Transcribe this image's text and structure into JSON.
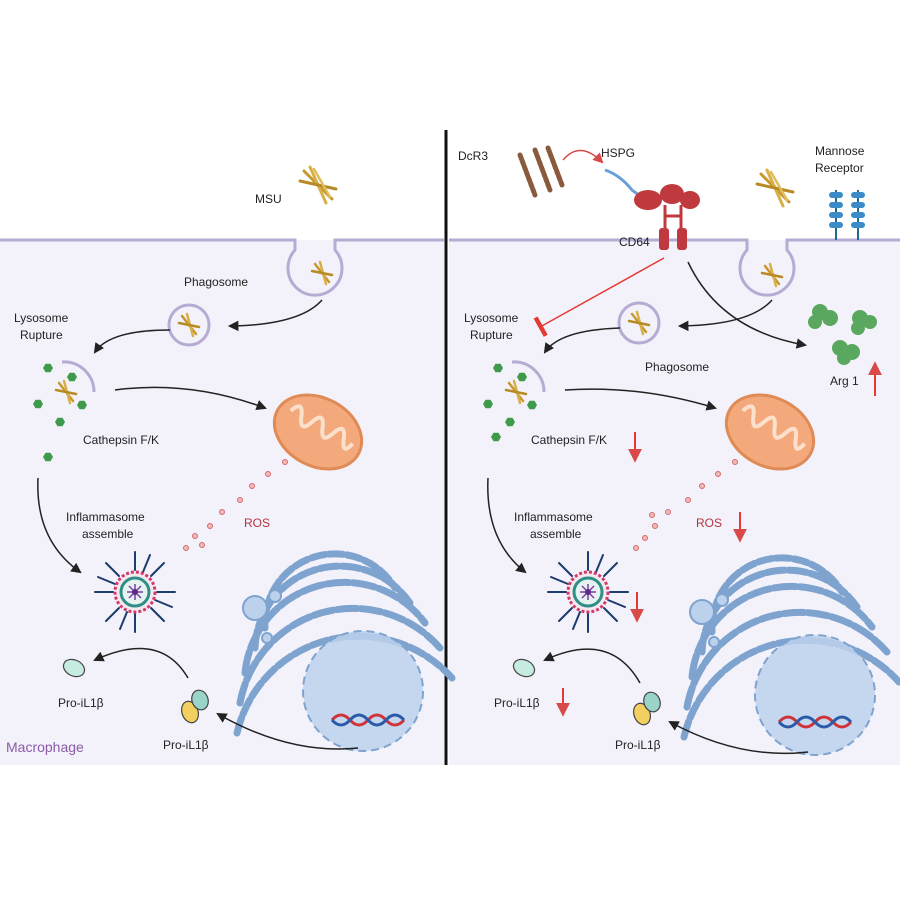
{
  "left": {
    "msu": "MSU",
    "phagosome": "Phagosome",
    "lysosome_l1": "Lysosome",
    "lysosome_l2": "Rupture",
    "cathepsin": "Cathepsin F/K",
    "ros": "ROS",
    "inflammasome_l1": "Inflammasome",
    "inflammasome_l2": "assemble",
    "pro_il1b_top": "Pro-iL1β",
    "pro_il1b_bottom": "Pro-iL1β",
    "macrophage": "Macrophage"
  },
  "right": {
    "dcr3": "DcR3",
    "hspg": "HSPG",
    "cd64": "CD64",
    "mannose_l1": "Mannose",
    "mannose_l2": "Receptor",
    "lysosome_l1": "Lysosome",
    "lysosome_l2": "Rupture",
    "phagosome": "Phagosome",
    "arg1": "Arg 1",
    "cathepsin": "Cathepsin F/K",
    "ros": "ROS",
    "inflammasome_l1": "Inflammasome",
    "inflammasome_l2": "assemble",
    "pro_il1b_top": "Pro-iL1β",
    "pro_il1b_bottom": "Pro-iL1β"
  },
  "colors": {
    "cytoplasm": "#f3f2fb",
    "membrane": "#b6abd2",
    "crystal": "#d2a73c",
    "cathepsin": "#3f9a4c",
    "mitochondria": "#f4a97c",
    "er": "#7fa3cf",
    "nucleus": "#bcd2ec",
    "dna_red": "#d0343a",
    "dna_blue": "#2a5aa8",
    "decrease_arrow": "#e53935",
    "increase_arrow": "#e53935",
    "arg1": "#5aa85f",
    "divider": "#111111",
    "macrophage_label": "#8a5aa8"
  },
  "icons": [
    "msu-crystal-icon",
    "cathepsin-icon",
    "mitochondria-icon",
    "inflammasome-icon",
    "nucleus-icon",
    "dna-icon",
    "pro-il1b-icon",
    "dcr3-icon",
    "hspg-icon",
    "cd64-icon",
    "mannose-receptor-icon",
    "arg1-icon",
    "down-arrow-icon",
    "up-arrow-icon",
    "inhibition-arrow-icon"
  ]
}
